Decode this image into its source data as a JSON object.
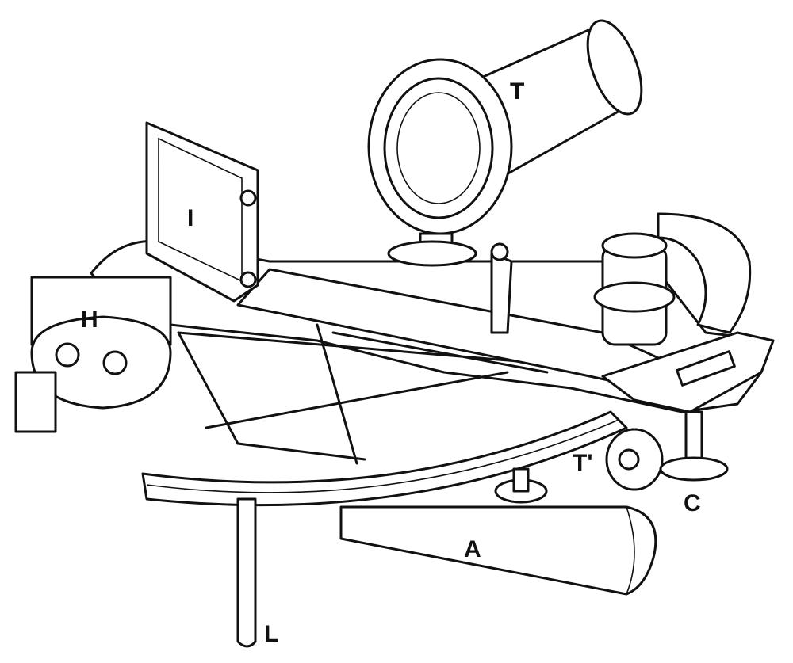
{
  "figure": {
    "subject": "sextant",
    "labels": {
      "telescope": "T",
      "index_glass": "I",
      "horizon_glass": "H",
      "tangent_screw": "T'",
      "clamp": "C",
      "arc": "A",
      "leg": "L"
    }
  }
}
